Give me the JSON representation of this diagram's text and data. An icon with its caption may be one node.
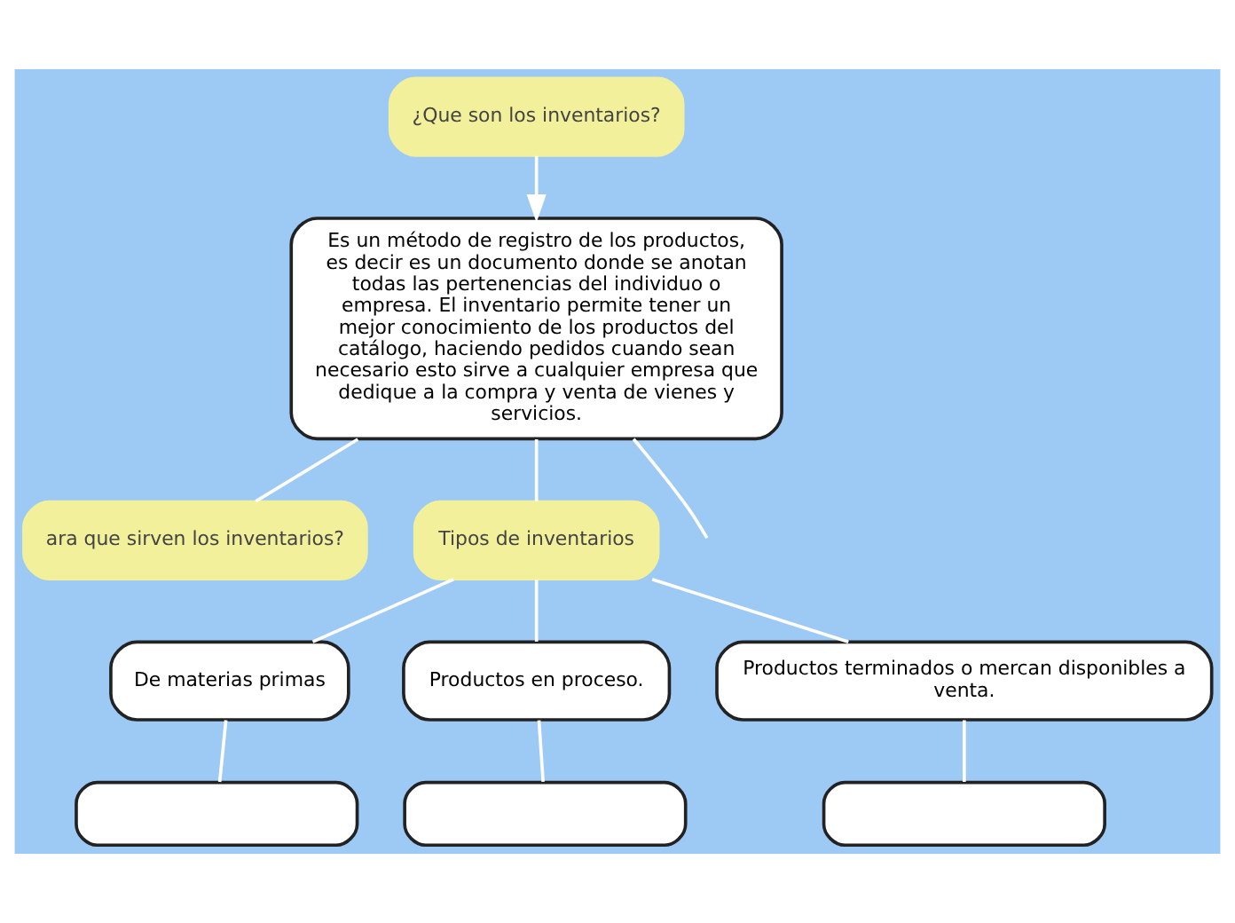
{
  "diagram": {
    "nodes": [
      {
        "text": [
          "¿Que son los inventarios?"
        ]
      },
      {
        "text": [
          "Es un método de registro de los productos, es decir es un documento donde se anotan todas las pertenencias del individuo o empresa. El inventario permite tener un mejor conocimiento de los productos del catálogo, haciendo pedidos cuando sean necesario esto sirve a cualquier empresa que dedique a la compra y venta de vienes y servicios."
        ]
      },
      {
        "text": [
          "ara que sirven los inventarios?"
        ]
      },
      {
        "text": [
          "Tipos de inventarios"
        ]
      },
      {
        "text": [
          "De materias primas"
        ]
      },
      {
        "text": [
          "Productos en proceso."
        ]
      },
      {
        "text": [
          "Productos terminados o mercan disponibles a venta."
        ]
      },
      {
        "text": [],
        "shape": "box"
      },
      {
        "text": [],
        "shape": "box"
      },
      {
        "text": [],
        "shape": "box"
      }
    ],
    "edges": [
      {
        "from": 0,
        "to": 1,
        "arrow": "to"
      },
      {
        "from": 1,
        "to": 2,
        "arrow": "none"
      },
      {
        "from": 1,
        "to": 3,
        "arrow": "none"
      },
      {
        "from": 1,
        "to": null,
        "arrow": "none"
      },
      {
        "from": 3,
        "to": 4,
        "arrow": "none"
      },
      {
        "from": 3,
        "to": 5,
        "arrow": "none"
      },
      {
        "from": 3,
        "to": 6,
        "arrow": "none"
      },
      {
        "from": 4,
        "to": 7,
        "arrow": "none"
      },
      {
        "from": 5,
        "to": 8,
        "arrow": "none"
      },
      {
        "from": 6,
        "to": 9,
        "arrow": "none"
      }
    ]
  }
}
